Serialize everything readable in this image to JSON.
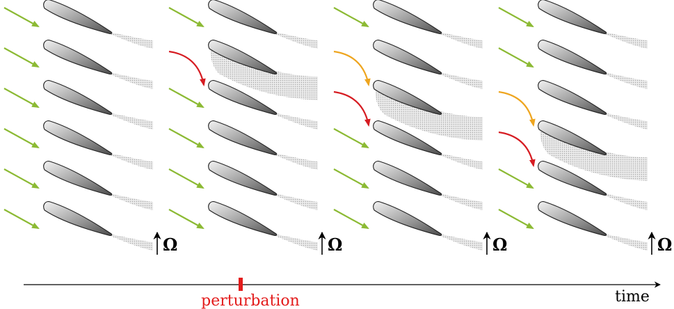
{
  "axis": {
    "time_label": "time",
    "perturbation_label": "perturbation"
  },
  "omega_symbol": "Ω",
  "colors": {
    "inflow_normal": "#8cba34",
    "inflow_moderate": "#eea51f",
    "inflow_strong": "#d61c22",
    "perturbation": "#e31b1b",
    "blade_edge": "#222222",
    "wake": "#cfcfcf"
  },
  "panels": [
    {
      "step": 1,
      "rows": [
        {
          "inflow": "normal",
          "wake": "small"
        },
        {
          "inflow": "normal",
          "wake": "small"
        },
        {
          "inflow": "normal",
          "wake": "small"
        },
        {
          "inflow": "normal",
          "wake": "small"
        },
        {
          "inflow": "normal",
          "wake": "small"
        },
        {
          "inflow": "normal",
          "wake": "small"
        }
      ]
    },
    {
      "step": 2,
      "rows": [
        {
          "inflow": "normal",
          "wake": "small"
        },
        {
          "inflow": "strong",
          "wake": "stall"
        },
        {
          "inflow": "normal",
          "wake": "small"
        },
        {
          "inflow": "normal",
          "wake": "small"
        },
        {
          "inflow": "normal",
          "wake": "small"
        },
        {
          "inflow": "normal",
          "wake": "small"
        }
      ]
    },
    {
      "step": 3,
      "rows": [
        {
          "inflow": "normal",
          "wake": "small"
        },
        {
          "inflow": "moderate",
          "wake": "small"
        },
        {
          "inflow": "strong",
          "wake": "stall"
        },
        {
          "inflow": "normal",
          "wake": "small"
        },
        {
          "inflow": "normal",
          "wake": "small"
        },
        {
          "inflow": "normal",
          "wake": "small"
        }
      ]
    },
    {
      "step": 4,
      "rows": [
        {
          "inflow": "normal",
          "wake": "small"
        },
        {
          "inflow": "normal",
          "wake": "small"
        },
        {
          "inflow": "moderate",
          "wake": "small"
        },
        {
          "inflow": "strong",
          "wake": "stall"
        },
        {
          "inflow": "normal",
          "wake": "small"
        },
        {
          "inflow": "normal",
          "wake": "small"
        }
      ]
    }
  ]
}
